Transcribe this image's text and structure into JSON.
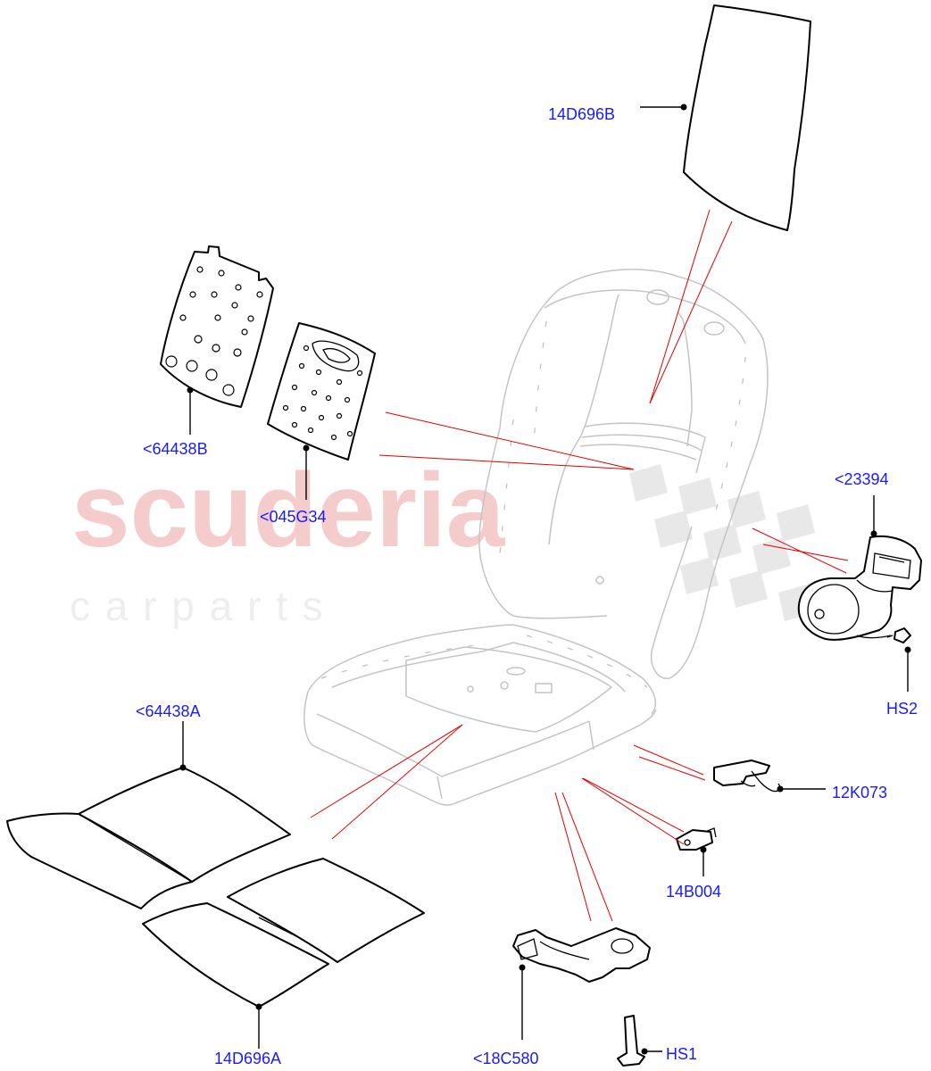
{
  "watermark": {
    "line1": "scuderia",
    "line2": "c a r p a r t s",
    "color": "#f4cccc",
    "checker_color": "#e6e6e6"
  },
  "callouts": {
    "headrest_pad": "14D696B",
    "back_panel_lower": "<64438B",
    "back_panel_upper": "<045G34",
    "seat_heater_module": "<23394",
    "screw_hs2": "HS2",
    "harness_clip": "12K073",
    "connector": "14B004",
    "cushion_panel": "<64438A",
    "cushion_pad": "14D696A",
    "wiring_harness": "<18C580",
    "screw_hs1": "HS1"
  },
  "colors": {
    "callout_text": "#1a1aff",
    "leader": "#000000",
    "pointer": "#e00000",
    "ghost_seat": "#c4c4c4"
  }
}
